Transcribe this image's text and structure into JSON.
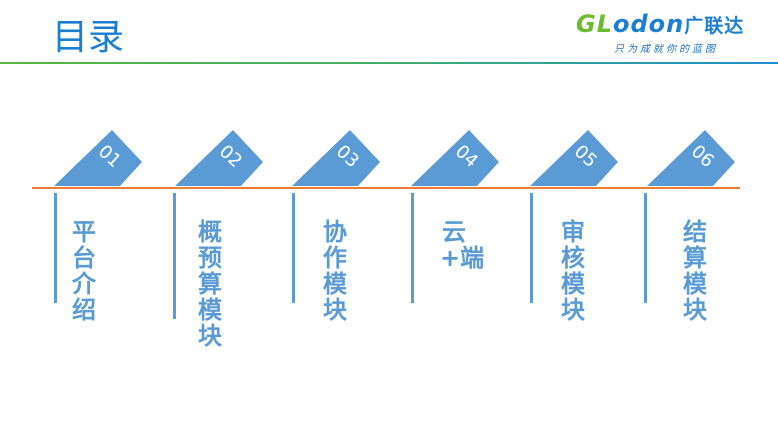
{
  "title": "目录",
  "logo": {
    "word_green": "GL",
    "word_blue": "odon",
    "cn": "广联达",
    "slogan": "只为成就你的蓝图"
  },
  "colors": {
    "accent": "#5b9bd5",
    "divider": "#ed7d31",
    "title": "#1a7fd0"
  },
  "items": [
    {
      "num": "01",
      "label": "平台介绍"
    },
    {
      "num": "02",
      "label": "概预算模块"
    },
    {
      "num": "03",
      "label": "协作模块"
    },
    {
      "num": "04",
      "label": "云+端"
    },
    {
      "num": "05",
      "label": "审核模块"
    },
    {
      "num": "06",
      "label": "结算模块"
    }
  ]
}
